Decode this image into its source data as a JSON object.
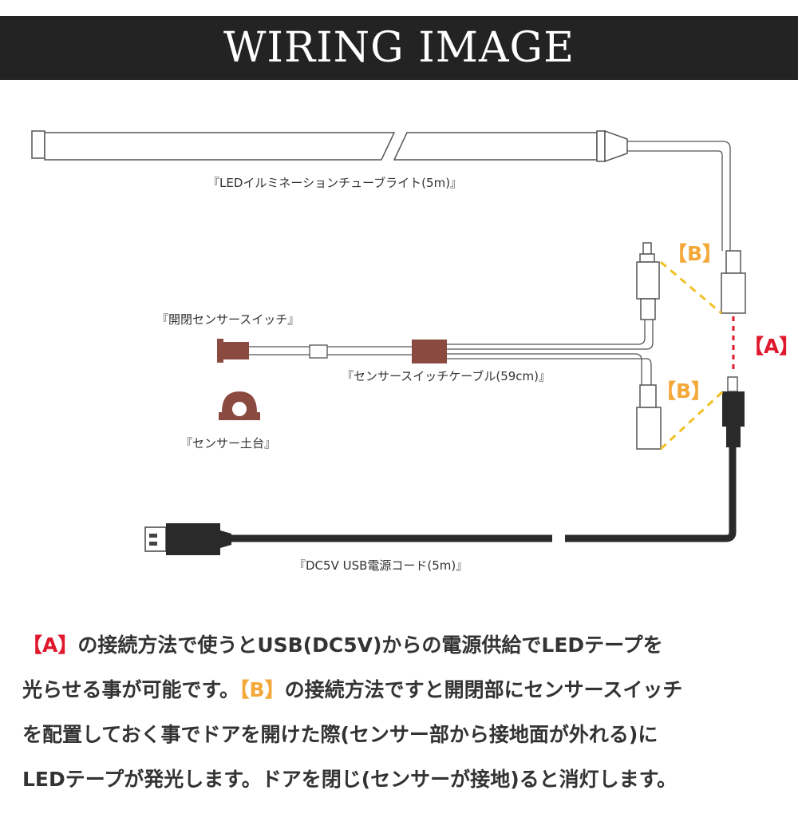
{
  "header": {
    "title": "WIRING IMAGE"
  },
  "labels": {
    "tube_light": "『LEDイルミネーションチューブライト(5m)』",
    "door_sensor": "『開閉センサースイッチ』",
    "sensor_cable": "『センサースイッチケーブル(59cm)』",
    "sensor_base": "『センサー土台』",
    "usb_cord": "『DC5V USB電源コード(5m)』"
  },
  "markers": {
    "a": "【A】",
    "b_top": "【B】",
    "b_bottom": "【B】"
  },
  "description": {
    "line1": {
      "tag": "【A】",
      "text": "の接続方法で使うとUSB(DC5V)からの電源供給でLEDテープを"
    },
    "line2": {
      "text_before": "光らせる事が可能です。",
      "tag": "【B】",
      "text_after": "の接続方法ですと開閉部にセンサースイッチ"
    },
    "line3": {
      "text": "を配置しておく事でドアを開けた際(センサー部から接地面が外れる)に"
    },
    "line4": {
      "text": "LEDテープが発光します。ドアを閉じ(センサーが接地)ると消灯します。"
    }
  },
  "colors": {
    "header_bg": "#232323",
    "marker_a": "#e0182d",
    "marker_b": "#f3a839",
    "dashed_a": "#e0182d",
    "dashed_b": "#f2c027",
    "sensor_brown": "#8a4a40",
    "usb_black": "#2a2a2a"
  }
}
